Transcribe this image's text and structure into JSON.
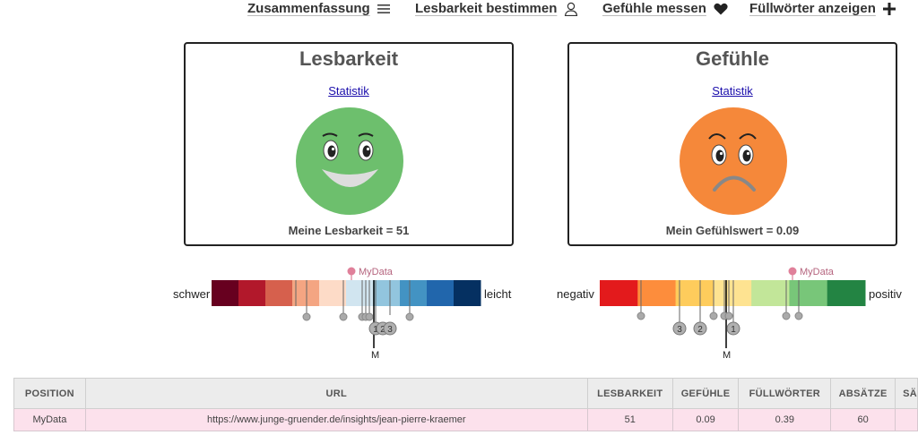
{
  "nav": {
    "summary": "Zusammenfassung",
    "readability": "Lesbarkeit bestimmen",
    "feelings": "Gefühle messen",
    "fillers": "Füllwörter anzeigen"
  },
  "cards": {
    "readability": {
      "title": "Lesbarkeit",
      "link": "Statistik",
      "value_text": "Meine Lesbarkeit = 51",
      "face": "happy-face-icon",
      "face_color": "#6dbf6d"
    },
    "feelings": {
      "title": "Gefühle",
      "link": "Statistik",
      "value_text": "Mein Gefühlswert = 0.09",
      "face": "sad-face-icon",
      "face_color": "#f5883a"
    }
  },
  "scales": {
    "readability": {
      "left_label": "schwer",
      "right_label": "leicht",
      "marker_label": "MyData",
      "median_label": "M",
      "rank_labels": [
        "1",
        "2",
        "3"
      ],
      "colors": [
        "#67001f",
        "#b2182b",
        "#d6604d",
        "#f4a582",
        "#fddbc7",
        "#d1e5f0",
        "#92c5de",
        "#4393c3",
        "#2166ac",
        "#053061"
      ],
      "marker_color": "#e0809a"
    },
    "feelings": {
      "left_label": "negativ",
      "right_label": "positiv",
      "marker_label": "MyData",
      "median_label": "M",
      "rank_labels": [
        "3",
        "2",
        "1"
      ],
      "colors": [
        "#e31a1c",
        "#fd8d3c",
        "#fecc5c",
        "#fee391",
        "#c2e699",
        "#78c679",
        "#238443"
      ],
      "marker_color": "#e0809a"
    }
  },
  "table": {
    "headers": [
      "POSITION",
      "URL",
      "LESBARKEIT",
      "GEFÜHLE",
      "FÜLLWÖRTER",
      "ABSÄTZE",
      "SÄ"
    ],
    "rows": [
      [
        "MyData",
        "https://www.junge-gruender.de/insights/jean-pierre-kraemer",
        "51",
        "0.09",
        "0.39",
        "60",
        ""
      ]
    ]
  }
}
